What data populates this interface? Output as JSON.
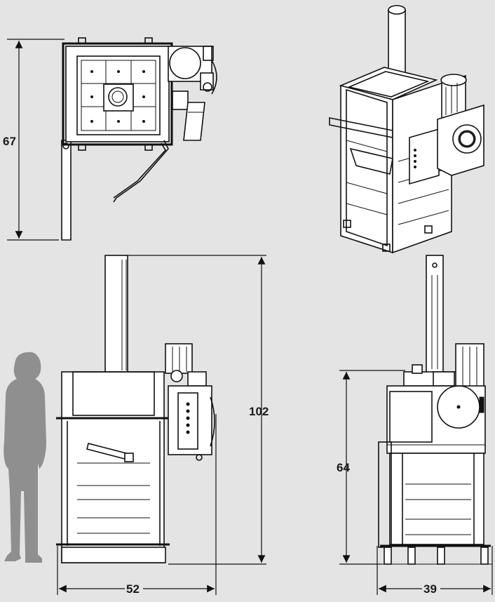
{
  "dimensions": {
    "top_view_depth": "67",
    "front_height": "102",
    "side_height": "64",
    "front_width": "52",
    "side_width": "39"
  },
  "colors": {
    "background": "#e4e4e4",
    "line": "#111111",
    "silhouette": "#8f8f8f",
    "machine_fill": "#ffffff"
  }
}
